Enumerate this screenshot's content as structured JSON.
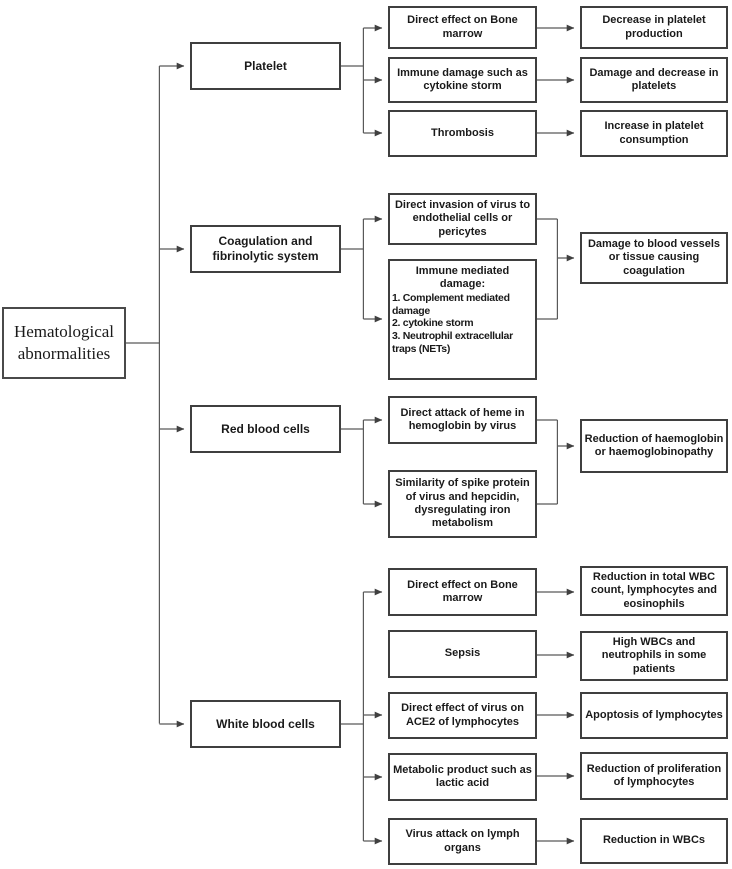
{
  "root": {
    "label": "Hematological abnormalities"
  },
  "sections": [
    {
      "category": "Platelet",
      "mechanisms": [
        {
          "text": "Direct effect on Bone marrow"
        },
        {
          "text": "Immune damage such as cytokine storm"
        },
        {
          "text": "Thrombosis"
        }
      ],
      "outcomes": [
        {
          "text": "Decrease in platelet production"
        },
        {
          "text": "Damage and decrease in platelets"
        },
        {
          "text": "Increase in platelet consumption"
        }
      ]
    },
    {
      "category": "Coagulation and fibrinolytic system",
      "mechanisms": [
        {
          "text": "Direct invasion of virus to endothelial cells or pericytes"
        },
        {
          "title": "Immune mediated damage:",
          "list": "1. Complement mediated damage\n2.  cytokine storm\n3. Neutrophil extracellular traps (NETs)"
        }
      ],
      "outcomes": [
        {
          "text": "Damage to blood vessels or tissue causing coagulation"
        }
      ]
    },
    {
      "category": "Red blood cells",
      "mechanisms": [
        {
          "text": "Direct attack of heme in hemoglobin by virus"
        },
        {
          "text": "Similarity of spike protein of virus and hepcidin, dysregulating iron metabolism"
        }
      ],
      "outcomes": [
        {
          "text": "Reduction of haemoglobin or haemoglobinopathy"
        }
      ]
    },
    {
      "category": "White blood cells",
      "mechanisms": [
        {
          "text": "Direct effect on Bone marrow"
        },
        {
          "text": "Sepsis"
        },
        {
          "text": "Direct effect of virus on ACE2 of lymphocytes"
        },
        {
          "text": "Metabolic product such as lactic acid"
        },
        {
          "text": "Virus attack on lymph organs"
        }
      ],
      "outcomes": [
        {
          "text": "Reduction in total WBC count, lymphocytes and eosinophils"
        },
        {
          "text": "High WBCs and neutrophils in some patients"
        },
        {
          "text": "Apoptosis of lymphocytes"
        },
        {
          "text": "Reduction of proliferation of lymphocytes"
        },
        {
          "text": "Reduction in WBCs"
        }
      ]
    }
  ],
  "colors": {
    "box_border": "#3f3f3f",
    "connector_line": "#595959",
    "arrowhead": "#404040",
    "text": "#1a1a1a",
    "background": "#ffffff"
  }
}
